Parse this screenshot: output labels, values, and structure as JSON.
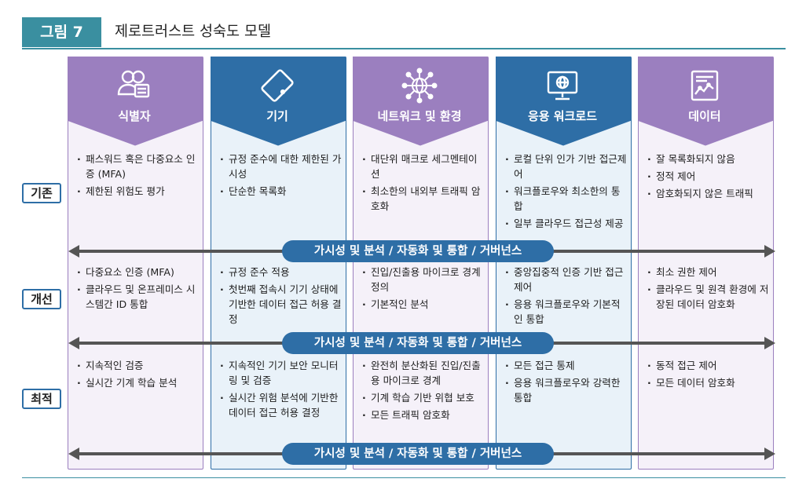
{
  "figure": {
    "badge": "그림 7",
    "title": "제로트러스트 성숙도 모델"
  },
  "rows": [
    {
      "label": "기존"
    },
    {
      "label": "개선"
    },
    {
      "label": "최적"
    }
  ],
  "axis_label": "가시성 및 분석 / 자동화 및 통합 / 거버넌스",
  "columns": [
    {
      "title": "식별자",
      "icon": "user-id-icon",
      "color": "#9b7fbf",
      "cells": [
        [
          "패스워드 혹은 다중요소 인증 (MFA)",
          "제한된 위험도 평가"
        ],
        [
          "다중요소 인증 (MFA)",
          "클라우드 및 온프레미스 시스템간 ID 통합"
        ],
        [
          "지속적인 검증",
          "실시간 기계 학습 분석"
        ]
      ]
    },
    {
      "title": "기기",
      "icon": "tablet-device-icon",
      "color": "#2e6ea6",
      "cells": [
        [
          "규정 준수에 대한 제한된 가시성",
          "단순한 목록화"
        ],
        [
          "규정 준수 적용",
          "첫번째 접속시 기기 상태에 기반한 데이터 접근 허용 결정"
        ],
        [
          "지속적인 기기 보안 모니터링 및 검증",
          "실시간 위험 분석에 기반한 데이터 접근 허용 결정"
        ]
      ]
    },
    {
      "title": "네트워크 및 환경",
      "icon": "network-globe-icon",
      "color": "#9b7fbf",
      "cells": [
        [
          "대단위 매크로 세그멘테이션",
          "최소한의 내외부 트래픽 암호화"
        ],
        [
          "진입/진출용 마이크로 경계 정의",
          "기본적인 분석"
        ],
        [
          "완전히 분산화된 진입/진출용 마이크로 경계",
          "기계 학습 기반 위협 보호",
          "모든 트래픽 암호화"
        ]
      ]
    },
    {
      "title": "응용 워크로드",
      "icon": "monitor-globe-icon",
      "color": "#2e6ea6",
      "cells": [
        [
          "로컬 단위 인가 기반 접근제어",
          "워크플로우와 최소한의 통합",
          "일부 클라우드 접근성 제공"
        ],
        [
          "중앙집중적 인증 기반 접근 제어",
          "응용 워크플로우와 기본적인 통합"
        ],
        [
          "모든 접근 통제",
          "응용 워크플로우와 강력한 통합"
        ]
      ]
    },
    {
      "title": "데이터",
      "icon": "data-chart-icon",
      "color": "#9b7fbf",
      "cells": [
        [
          "잘 목록화되지 않음",
          "정적 제어",
          "암호화되지 않은 트래픽"
        ],
        [
          "최소 권한 제어",
          "클라우드 및 원격 환경에 저장된 데이터 암호화"
        ],
        [
          "동적 접근 제어",
          "모든 데이터 암호화"
        ]
      ]
    }
  ]
}
